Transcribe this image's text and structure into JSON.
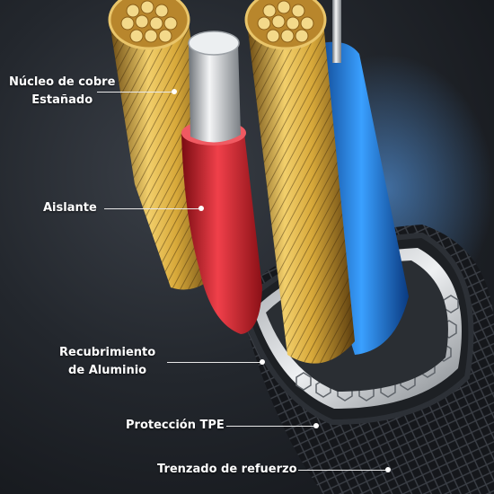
{
  "labels": {
    "copper_core": [
      "Núcleo de cobre",
      "Estañado"
    ],
    "insulation": "Aislante",
    "aluminum_coating": [
      "Recubrimiento",
      "de Aluminio"
    ],
    "tpe_protection": "Protección TPE",
    "braided_reinforcement": "Trenzado de refuerzo"
  },
  "colors": {
    "copper": "#d8a93a",
    "insulation_red": "#d8202a",
    "insulation_blue": "#1f7fe0",
    "aluminum": "#c9ccd0",
    "braid": "#1a1c20"
  }
}
